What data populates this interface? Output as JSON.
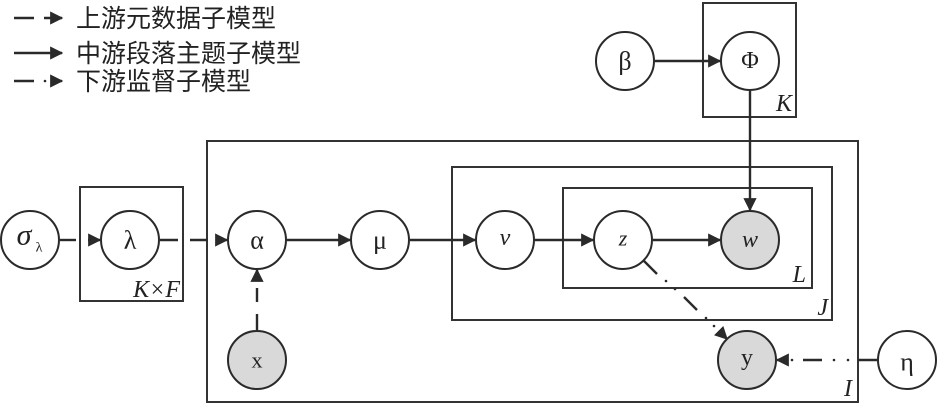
{
  "legend": [
    {
      "style": "upstream-dashed",
      "label": "上游元数据子模型"
    },
    {
      "style": "midstream-solid",
      "label": "中游段落主题子模型"
    },
    {
      "style": "downstream-dashdot",
      "label": "下游监督子模型"
    }
  ],
  "colors": {
    "observed_fill": "#d9d9d9",
    "latent_fill": "#ffffff",
    "stroke": "#2a2a2a"
  },
  "nodes": {
    "sigma": {
      "symbol": "σ",
      "subscript": "λ",
      "observed": false
    },
    "lambda": {
      "symbol": "λ",
      "observed": false
    },
    "alpha": {
      "symbol": "α",
      "observed": false
    },
    "x": {
      "symbol": "x",
      "observed": true
    },
    "mu": {
      "symbol": "μ",
      "observed": false
    },
    "v": {
      "symbol": "v",
      "observed": false
    },
    "z": {
      "symbol": "z",
      "observed": false
    },
    "w": {
      "symbol": "w",
      "observed": true
    },
    "y": {
      "symbol": "y",
      "observed": true
    },
    "beta": {
      "symbol": "β",
      "observed": false
    },
    "phi": {
      "symbol": "Φ",
      "observed": false
    },
    "eta": {
      "symbol": "η",
      "observed": false
    }
  },
  "plates": {
    "K": "K",
    "KxF": "K×F",
    "I": "I",
    "J": "J",
    "L": "L"
  },
  "edges": [
    {
      "from": "sigma",
      "to": "lambda",
      "type": "upstream-dashed"
    },
    {
      "from": "lambda",
      "to": "alpha",
      "type": "upstream-dashed"
    },
    {
      "from": "x",
      "to": "alpha",
      "type": "upstream-dashed"
    },
    {
      "from": "alpha",
      "to": "mu",
      "type": "midstream-solid"
    },
    {
      "from": "mu",
      "to": "v",
      "type": "midstream-solid"
    },
    {
      "from": "v",
      "to": "z",
      "type": "midstream-solid"
    },
    {
      "from": "z",
      "to": "w",
      "type": "midstream-solid"
    },
    {
      "from": "beta",
      "to": "phi",
      "type": "midstream-solid"
    },
    {
      "from": "phi",
      "to": "w",
      "type": "midstream-solid"
    },
    {
      "from": "z",
      "to": "y",
      "type": "downstream-dashdot"
    },
    {
      "from": "eta",
      "to": "y",
      "type": "downstream-dashdot"
    }
  ]
}
